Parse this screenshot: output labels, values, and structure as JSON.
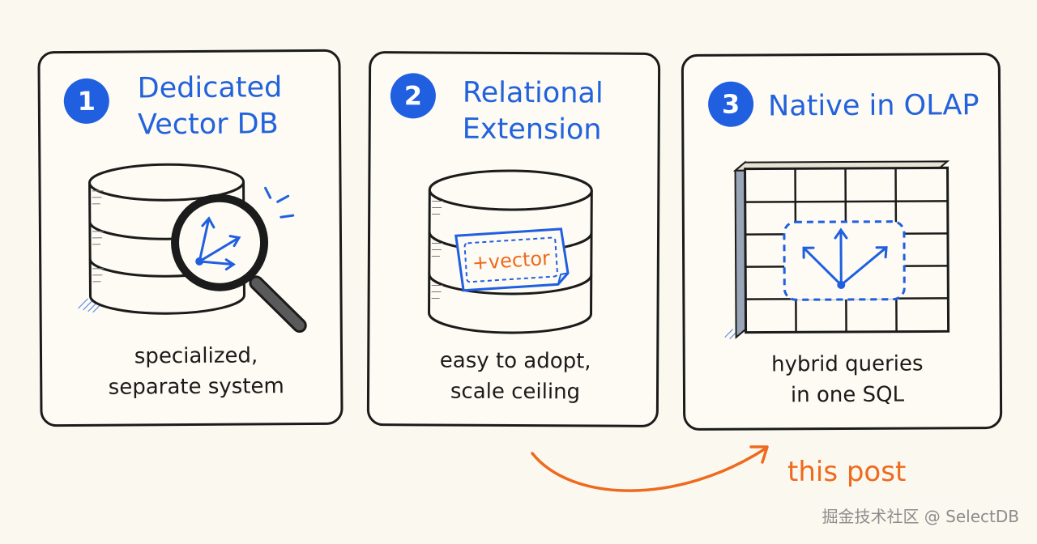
{
  "colors": {
    "background": "#fbf8ef",
    "accent_blue": "#1f5fe0",
    "accent_orange": "#ee6a1f",
    "ink": "#1b1b1b",
    "watermark_gray": "#8c8c8c"
  },
  "cards": [
    {
      "number": "1",
      "title_lines": [
        "Dedicated",
        "Vector DB"
      ],
      "caption_lines": [
        "specialized,",
        "separate system"
      ],
      "illustration_icon": "database-with-magnifier-icon"
    },
    {
      "number": "2",
      "title_lines": [
        "Relational",
        "Extension"
      ],
      "caption_lines": [
        "easy to adopt,",
        "scale ceiling"
      ],
      "tag_label": "+vector",
      "illustration_icon": "database-with-vector-tag-icon"
    },
    {
      "number": "3",
      "title_lines": [
        "Native in OLAP"
      ],
      "caption_lines": [
        "hybrid queries",
        "in one SQL"
      ],
      "illustration_icon": "columnar-table-with-vectors-icon"
    }
  ],
  "callout": {
    "label": "this post",
    "arrow_icon": "curved-arrow-icon"
  },
  "watermark": "掘金技术社区 @ SelectDB"
}
